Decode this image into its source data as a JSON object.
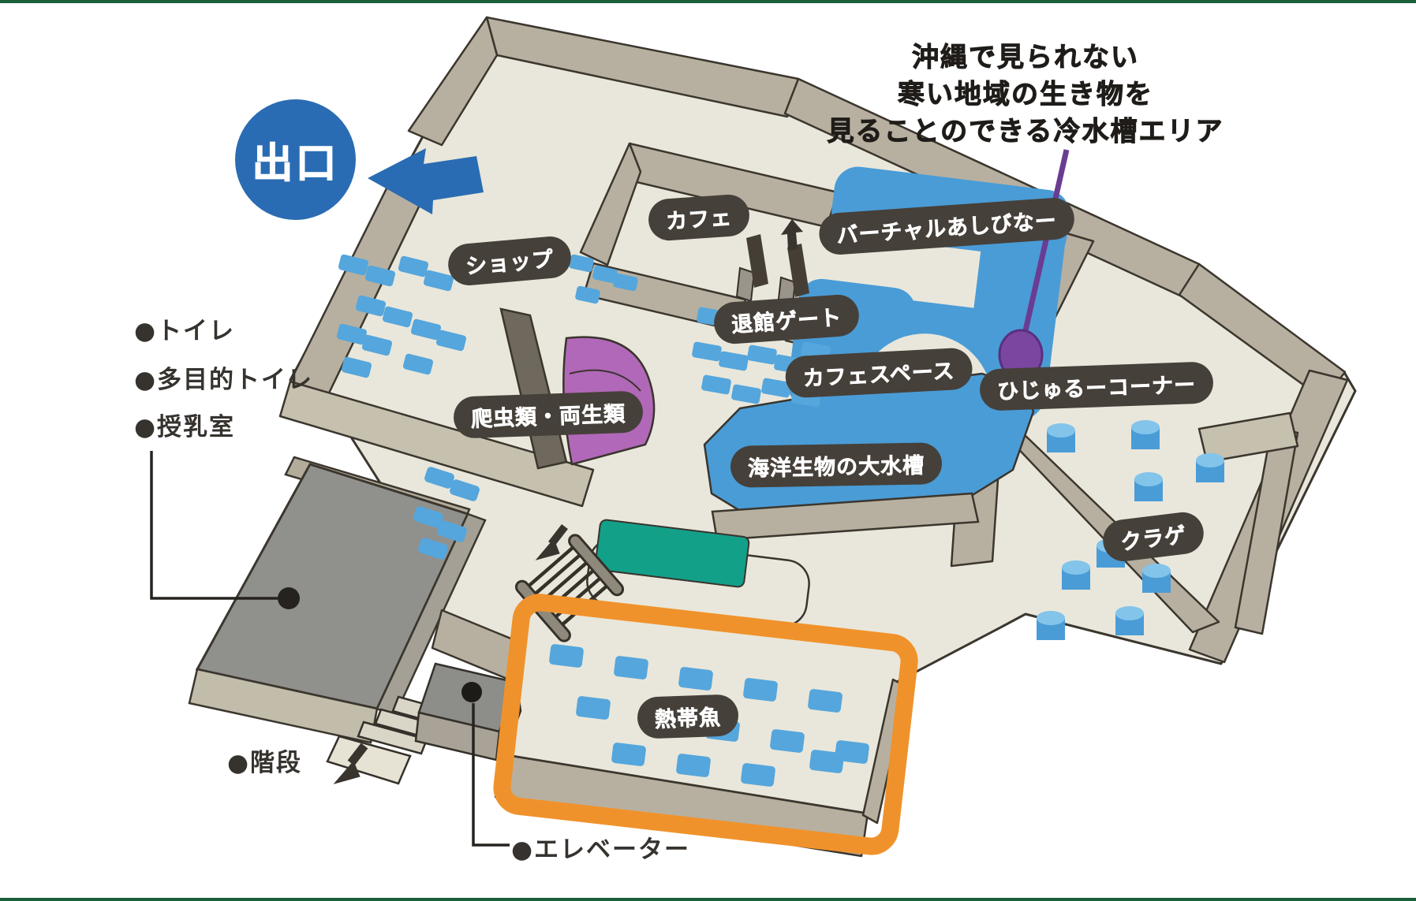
{
  "exit_badge": {
    "text": "出口"
  },
  "annotation": {
    "lines": [
      "沖縄で見られない",
      "寒い地域の生き物を",
      "見ることのできる冷水槽エリア"
    ]
  },
  "map_labels": [
    {
      "id": "shop",
      "text": "ショップ"
    },
    {
      "id": "cafe",
      "text": "カフェ"
    },
    {
      "id": "virtual-ashibinaa",
      "text": "バーチャルあしびなー"
    },
    {
      "id": "exit-gate",
      "text": "退館ゲート"
    },
    {
      "id": "cafe-space",
      "text": "カフェスペース"
    },
    {
      "id": "hijuru-corner",
      "text": "ひじゅるーコーナー"
    },
    {
      "id": "reptiles-amphibians",
      "text": "爬虫類・両生類"
    },
    {
      "id": "ocean-tank",
      "text": "海洋生物の大水槽"
    },
    {
      "id": "jellyfish",
      "text": "クラゲ"
    },
    {
      "id": "tropical-fish",
      "text": "熱帯魚"
    }
  ],
  "legend": {
    "toilet": {
      "text": "●トイレ"
    },
    "multipurpose_toilet": {
      "text": "●多目的トイレ"
    },
    "nursing_room": {
      "text": "●授乳室"
    },
    "stairs": {
      "text": "●階段"
    },
    "elevator": {
      "text": "●エレベーター"
    }
  },
  "colors": {
    "exit_blue": "#2a6cb3",
    "pool_blue": "#4a9cd6",
    "furniture_blue": "#55a6dc",
    "highlight_orange": "#f0922b",
    "callout_purple": "#6a3c92",
    "label_bg": "#46403a",
    "reptile_purple": "#b168b8",
    "green_pad": "#13a089",
    "floor_beige": "#e9e7db",
    "wall_taupe": "#b7b0a0"
  }
}
